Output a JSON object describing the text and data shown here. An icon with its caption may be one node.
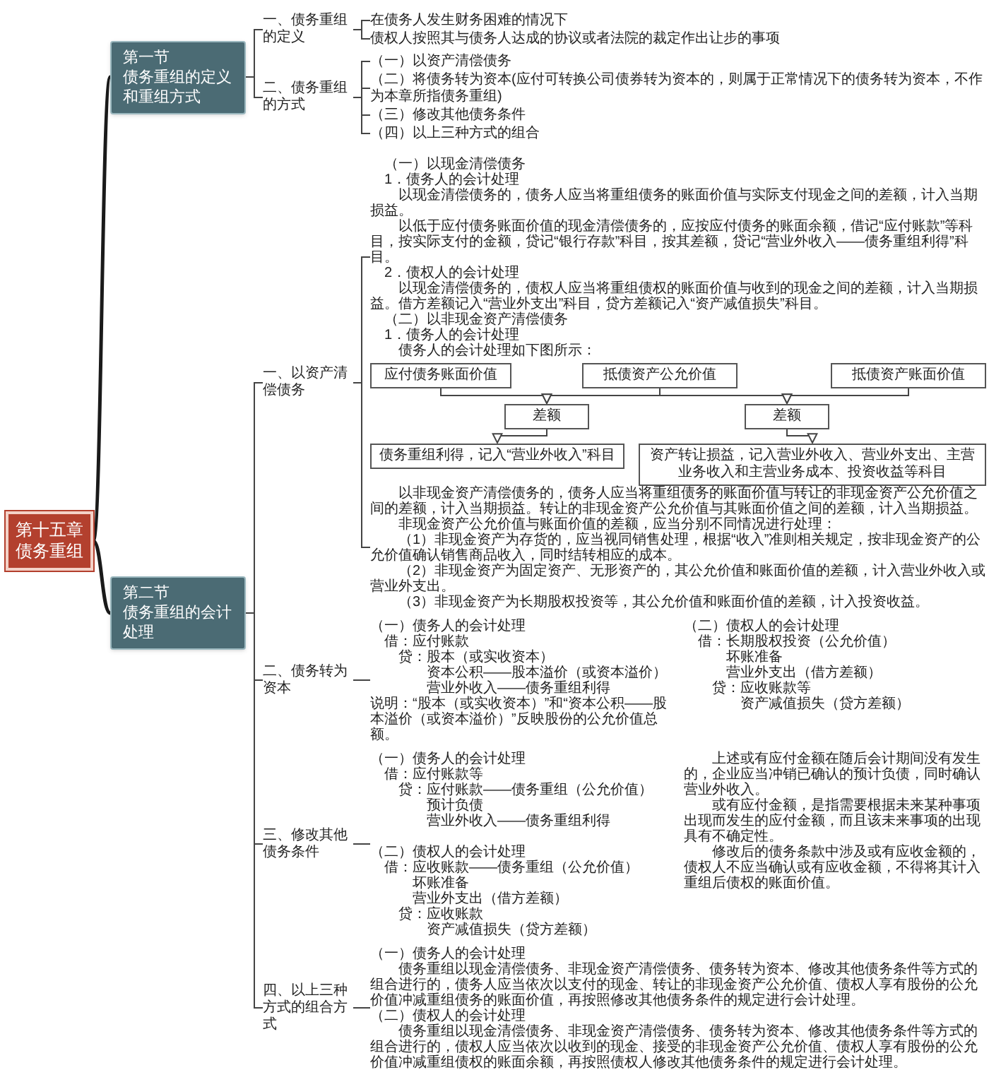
{
  "diagram": {
    "nodes": [
      {
        "text": [
          "第十五章",
          "债务重组"
        ]
      },
      {
        "text": [
          "第一节",
          "债务重组的定义和重组方式"
        ]
      },
      {
        "text": [
          "一、债务重组的定义"
        ]
      },
      {
        "text": [
          "在债务人发生财务困难的情况下"
        ]
      },
      {
        "text": [
          "债权人按照其与债务人达成的协议或者法院的裁定作出让步的事项"
        ]
      },
      {
        "text": [
          "二、债务重组的方式"
        ]
      },
      {
        "text": [
          "（一）以资产清偿债务"
        ]
      },
      {
        "text": [
          "（二）将债务转为资本(应付可转换公司债券转为资本的，则属于正常情况下的债务转为资本，不作为本章所指债务重组)"
        ]
      },
      {
        "text": [
          "（三）修改其他债务条件"
        ]
      },
      {
        "text": [
          "（四）以上三种方式的组合"
        ]
      },
      {
        "text": [
          "第二节",
          "债务重组的会计处理"
        ]
      },
      {
        "text": [
          "一、以资产清偿债务"
        ]
      },
      {
        "text": [
          "（一）以现金清偿债务",
          "1．债务人的会计处理",
          "以现金清偿债务的，债务人应当将重组债务的账面价值与实际支付现金之间的差额，计入当期损益。",
          "以低于应付债务账面价值的现金清偿债务的，应按应付债务的账面余额，借记“应付账款”等科目，按实际支付的金额，贷记“银行存款”科目，按其差额，贷记“营业外收入——债务重组利得”科目。",
          "2．债权人的会计处理",
          "以现金清偿债务的，债权人应当将重组债权的账面价值与收到的现金之间的差额，计入当期损益。借方差额记入“营业外支出”科目，贷方差额记入“资产减值损失”科目。",
          "（二）以非现金资产清偿债务",
          "1．债务人的会计处理",
          "债务人的会计处理如下图所示："
        ]
      },
      {
        "text": [
          "应付债务账面价值"
        ]
      },
      {
        "text": [
          "抵债资产公允价值"
        ]
      },
      {
        "text": [
          "抵债资产账面价值"
        ]
      },
      {
        "text": [
          "差额"
        ]
      },
      {
        "text": [
          "差额"
        ]
      },
      {
        "text": [
          "债务重组利得，记入“营业外收入”科目"
        ]
      },
      {
        "text": [
          "资产转让损益，记入营业外收入、营业外支出、主营业务收入和主营业务成本、投资收益等科目"
        ]
      },
      {
        "text": [
          "以非现金资产清偿债务的，债务人应当将重组债务的账面价值与转让的非现金资产公允价值之间的差额，计入当期损益。转让的非现金资产公允价值与其账面价值之间的差额，计入当期损益。",
          "非现金资产公允价值与账面价值的差额，应当分别不同情况进行处理：",
          "（1）非现金资产为存货的，应当视同销售处理，根据“收入”准则相关规定，按非现金资产的公允价值确认销售商品收入，同时结转相应的成本。",
          "（2）非现金资产为固定资产、无形资产的，其公允价值和账面价值的差额，计入营业外收入或营业外支出。",
          "（3）非现金资产为长期股权投资等，其公允价值和账面价值的差额，计入投资收益。"
        ]
      },
      {
        "text": [
          "二、债务转为资本"
        ]
      },
      {
        "text": [
          "（一）债务人的会计处理",
          "借：应付账款",
          "贷：股本（或实收资本）",
          "资本公积——股本溢价（或资本溢价）",
          "营业外收入——债务重组利得",
          "说明：“股本（或实收资本）”和“资本公积——股本溢价（或资本溢价）”反映股份的公允价值总额。",
          "（二）债权人的会计处理",
          "借：长期股权投资（公允价值）",
          "坏账准备",
          "营业外支出（借方差额）",
          "贷：应收账款等",
          "资产减值损失（贷方差额）"
        ]
      },
      {
        "text": [
          "三、修改其他债务条件"
        ]
      },
      {
        "text": [
          "（一）债务人的会计处理",
          "借：应付账款等",
          "贷：应付账款——债务重组（公允价值）",
          "预计负债",
          "营业外收入——债务重组利得",
          "上述或有应付金额在随后会计期间没有发生的，企业应当冲销已确认的预计负债，同时确认营业外收入。",
          "或有应付金额，是指需要根据未来某种事项出现而发生的应付金额，而且该未来事项的出现具有不确定性。",
          "（二）债权人的会计处理",
          "借：应收账款——债务重组（公允价值）",
          "坏账准备",
          "营业外支出（借方差额）",
          "贷：应收账款",
          "资产减值损失（贷方差额）",
          "修改后的债务条款中涉及或有应收金额的，债权人不应当确认或有应收金额，不得将其计入重组后债权的账面价值。"
        ]
      },
      {
        "text": [
          "四、以上三种方式的组合方式"
        ]
      },
      {
        "text": [
          "（一）债务人的会计处理",
          "债务重组以现金清偿债务、非现金资产清偿债务、债务转为资本、修改其他债务条件等方式的组合进行的，债务人应当依次以支付的现金、转让的非现金资产公允价值、债权人享有股份的公允价值冲减重组债务的账面价值，再按照修改其他债务条件的规定进行会计处理。",
          "（二）债权人的会计处理",
          "债务重组以现金清偿债务、非现金资产清偿债务、债务转为资本、修改其他债务条件等方式的组合进行的，债权人应当依次以收到的现金、接受的非现金资产公允价值、债权人享有股份的公允价值冲减重组债权的账面余额，再按照债权人修改其他债务条件的规定进行会计处理。"
        ]
      }
    ],
    "edges": [
      {
        "from": 0,
        "to": 1,
        "arrow": "none",
        "style": "thick"
      },
      {
        "from": 0,
        "to": 10,
        "arrow": "none",
        "style": "thick"
      },
      {
        "from": 1,
        "to": 2,
        "arrow": "none"
      },
      {
        "from": 1,
        "to": 5,
        "arrow": "none"
      },
      {
        "from": 2,
        "to": 3,
        "arrow": "none"
      },
      {
        "from": 2,
        "to": 4,
        "arrow": "none"
      },
      {
        "from": 5,
        "to": 6,
        "arrow": "none"
      },
      {
        "from": 5,
        "to": 7,
        "arrow": "none"
      },
      {
        "from": 5,
        "to": 8,
        "arrow": "none"
      },
      {
        "from": 5,
        "to": 9,
        "arrow": "none"
      },
      {
        "from": 10,
        "to": 11,
        "arrow": "none"
      },
      {
        "from": 10,
        "to": 21,
        "arrow": "none"
      },
      {
        "from": 10,
        "to": 23,
        "arrow": "none"
      },
      {
        "from": 10,
        "to": 25,
        "arrow": "none"
      },
      {
        "from": 11,
        "to": 12,
        "arrow": "none"
      },
      {
        "from": 11,
        "to": 20,
        "arrow": "none"
      },
      {
        "from": 13,
        "to": 16,
        "arrow": "to"
      },
      {
        "from": 14,
        "to": 16,
        "arrow": "to"
      },
      {
        "from": 14,
        "to": 17,
        "arrow": "to"
      },
      {
        "from": 15,
        "to": 17,
        "arrow": "to"
      },
      {
        "from": 16,
        "to": 18,
        "arrow": "to"
      },
      {
        "from": 17,
        "to": 19,
        "arrow": "to"
      },
      {
        "from": 21,
        "to": 22,
        "arrow": "none"
      },
      {
        "from": 23,
        "to": 24,
        "arrow": "none"
      },
      {
        "from": 25,
        "to": 26,
        "arrow": "none"
      }
    ]
  }
}
